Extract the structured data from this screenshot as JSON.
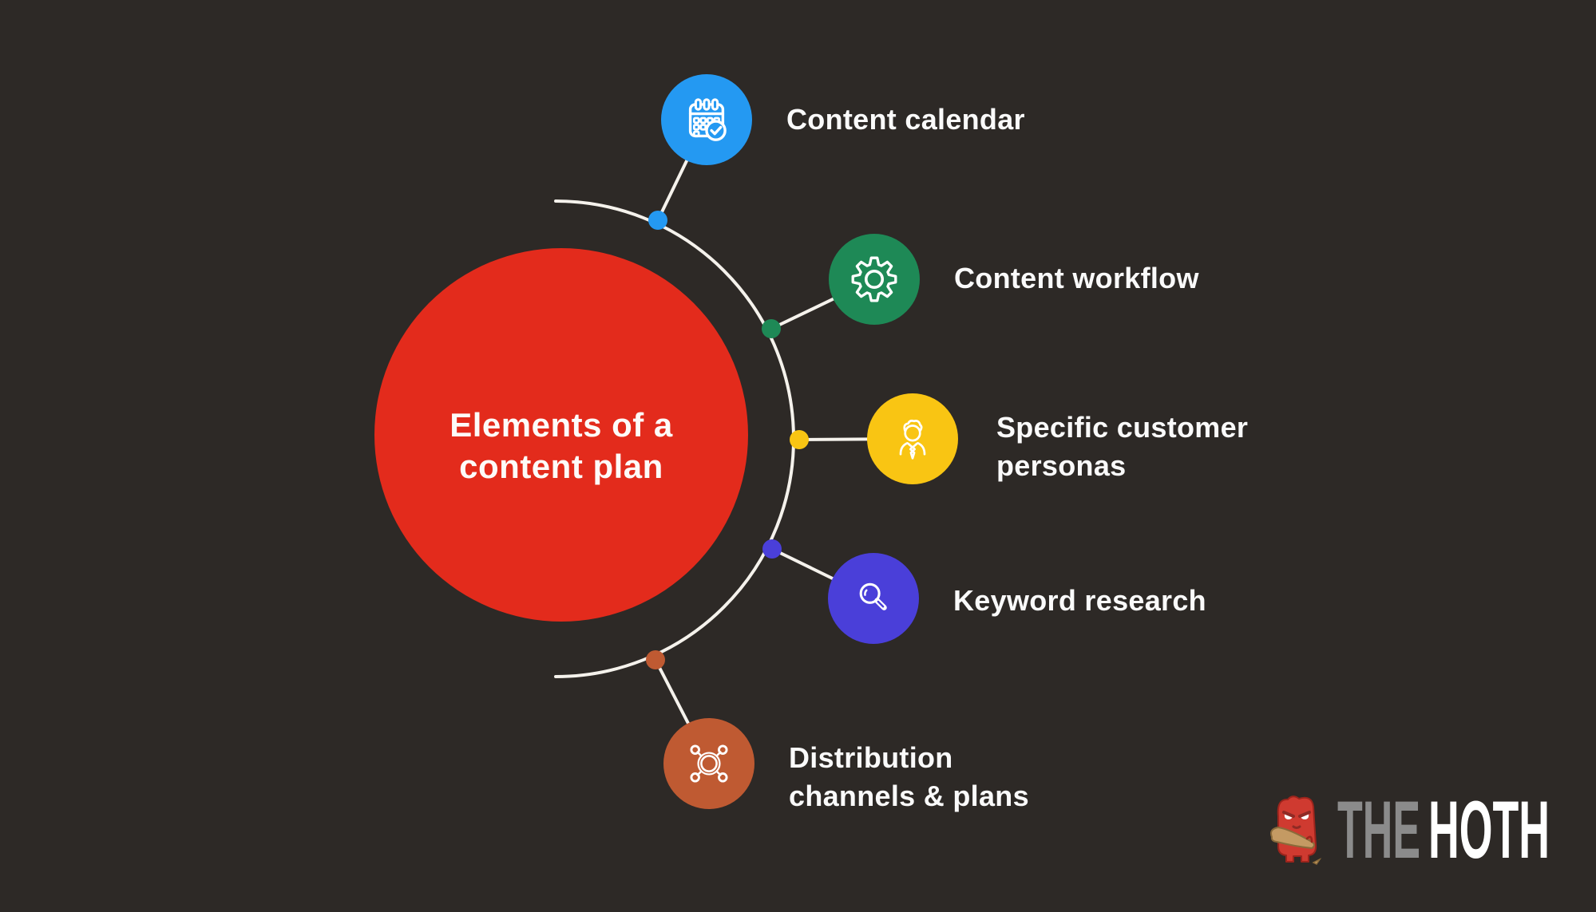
{
  "title": {
    "lines": [
      "Elements of a",
      "content plan"
    ]
  },
  "nodes": [
    {
      "id": "content-calendar",
      "lines": [
        "Content calendar"
      ],
      "color": "#2499f2",
      "icon": "calendar-check-icon"
    },
    {
      "id": "content-workflow",
      "lines": [
        "Content workflow"
      ],
      "color": "#1e8956",
      "icon": "gear-icon"
    },
    {
      "id": "customer-personas",
      "lines": [
        "Specific customer",
        "personas"
      ],
      "color": "#f9c513",
      "icon": "businessman-icon"
    },
    {
      "id": "keyword-research",
      "lines": [
        "Keyword research"
      ],
      "color": "#4a3fd9",
      "icon": "magnifier-icon"
    },
    {
      "id": "distribution-channels",
      "lines": [
        "Distribution",
        "channels & plans"
      ],
      "color": "#bf5a32",
      "icon": "network-hub-icon"
    }
  ],
  "logo": {
    "word_the": "THE",
    "word_hoth": "HOTH"
  },
  "colors": {
    "background": "#2d2926",
    "center_circle": "#e32b1c",
    "connector_line": "#f5f2ec",
    "label_text": "#fafafa",
    "logo_the": "#8b8b8b",
    "logo_hoth": "#ffffff",
    "mascot_body": "#cf3a30",
    "mascot_club": "#c49a63"
  }
}
